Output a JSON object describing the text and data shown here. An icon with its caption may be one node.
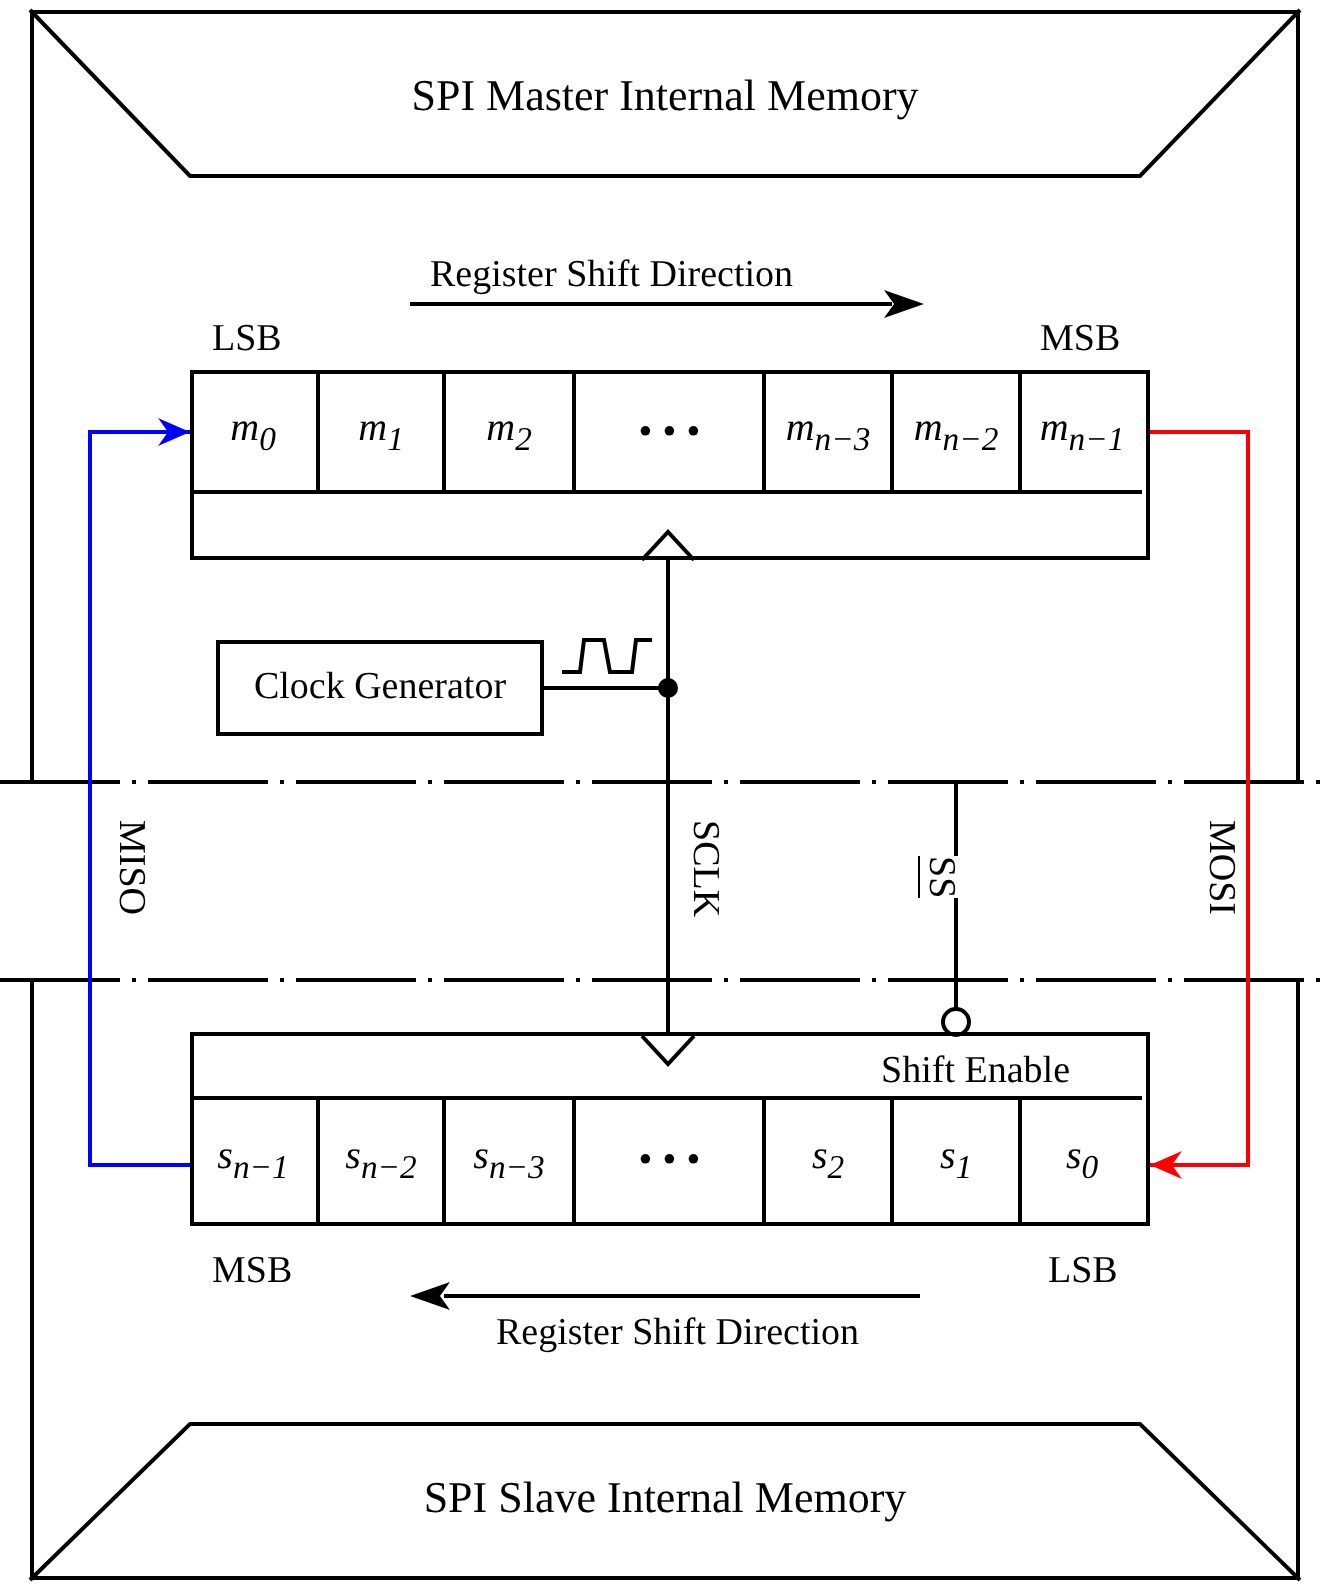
{
  "diagram": {
    "nodes": [
      {
        "text": [
          "SPI Master Internal Memory"
        ]
      },
      {
        "text": [],
        "shape": "box",
        "in": 0
      },
      {
        "text": [
          "m$_{0}$"
        ],
        "in": 1
      },
      {
        "text": [
          "m$_{1}$"
        ],
        "in": 1
      },
      {
        "text": [
          "m$_{2}$"
        ],
        "in": 1
      },
      {
        "text": [
          "• • •"
        ],
        "in": 1
      },
      {
        "text": [
          "m$_{n−3}$"
        ],
        "in": 1
      },
      {
        "text": [
          "m$_{n−2}$"
        ],
        "in": 1
      },
      {
        "text": [
          "m$_{n−1}$"
        ],
        "in": 1
      },
      {
        "text": [
          "Clock Generator"
        ],
        "in": 0
      },
      {
        "text": [
          "SPI Slave Internal Memory"
        ]
      },
      {
        "text": [
          "Shift Enable"
        ],
        "in": 10
      },
      {
        "text": [
          "s$_{n−1}$"
        ],
        "in": 11
      },
      {
        "text": [
          "s$_{n−2}$"
        ],
        "in": 11
      },
      {
        "text": [
          "s$_{n−3}$"
        ],
        "in": 11
      },
      {
        "text": [
          "• • •"
        ],
        "in": 11
      },
      {
        "text": [
          "s$_{2}$"
        ],
        "in": 11
      },
      {
        "text": [
          "s$_{1}$"
        ],
        "in": 11
      },
      {
        "text": [
          "s$_{0}$"
        ],
        "in": 11
      }
    ],
    "edges": [
      {
        "from": 9,
        "to": 1,
        "arrow": "to"
      },
      {
        "from": 9,
        "to": 11,
        "arrow": "to",
        "label": "SCLK"
      },
      {
        "from": 0,
        "to": 11,
        "arrow": "other",
        "label": "SS"
      },
      {
        "from": 8,
        "to": 18,
        "arrow": "to",
        "label": "MOSI",
        "color": "#ff0000"
      },
      {
        "from": 12,
        "to": 2,
        "arrow": "to",
        "label": "MISO",
        "color": "#0000ff"
      }
    ],
    "labels": [
      "Register Shift Direction",
      "LSB",
      "MSB",
      "MSB",
      "LSB",
      "Register Shift Direction"
    ]
  }
}
